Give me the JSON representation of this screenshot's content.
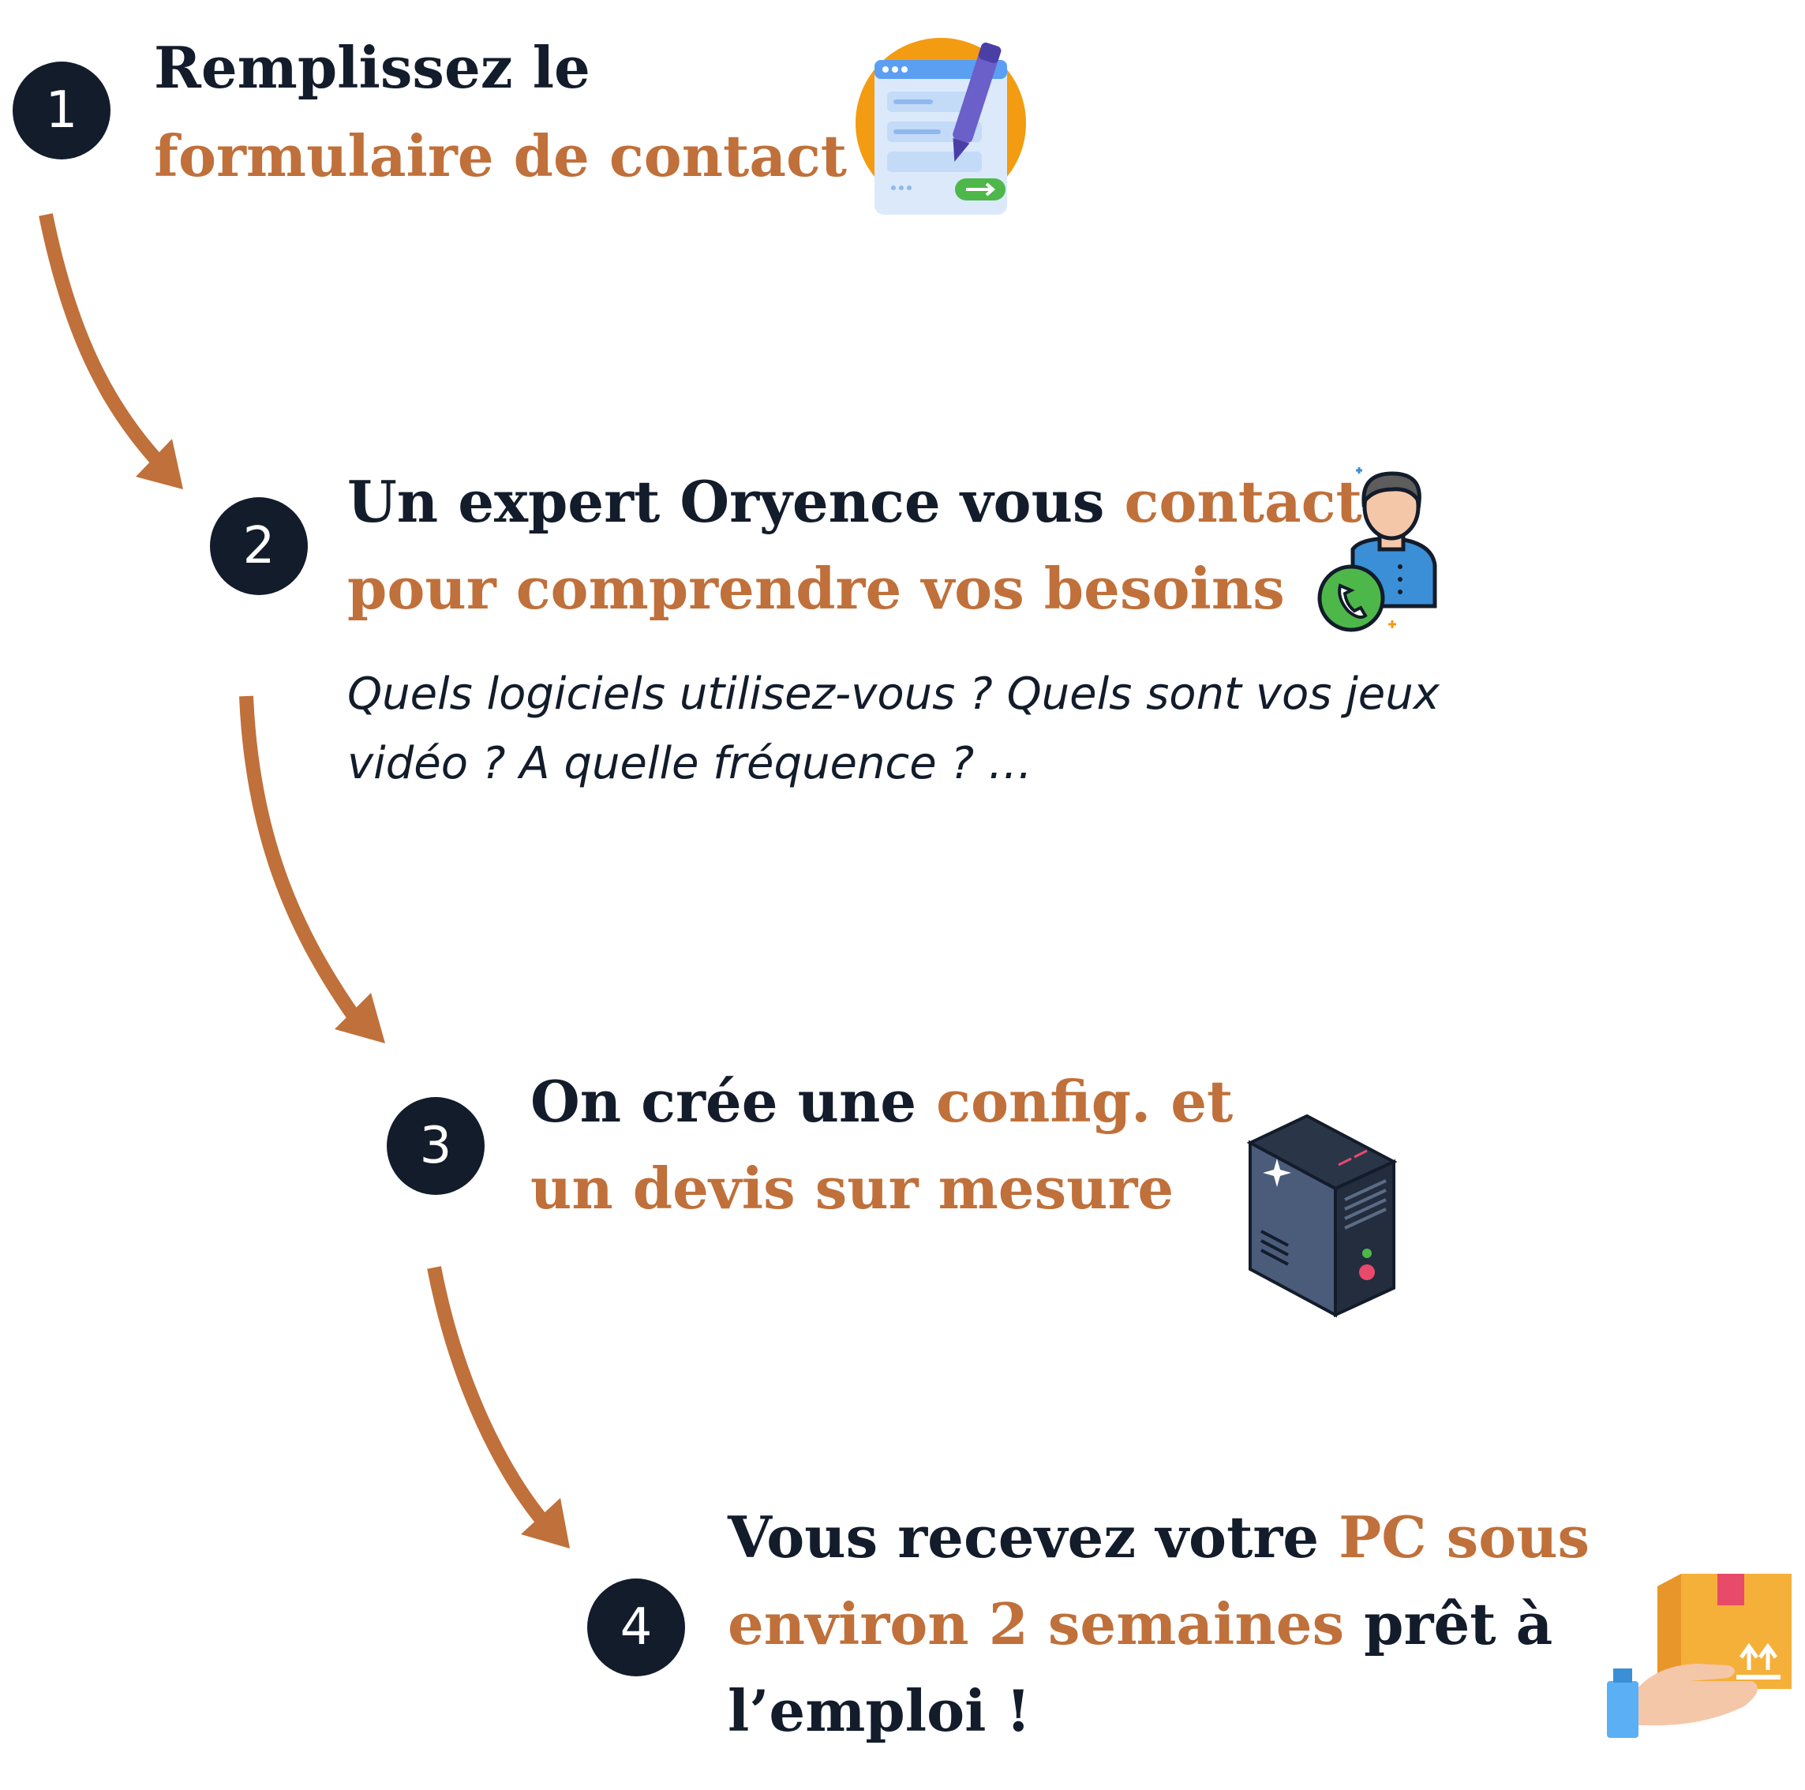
{
  "colors": {
    "dark": "#131c2b",
    "accent": "#c0703a"
  },
  "steps": [
    {
      "number": "1",
      "line1": "Remplissez le",
      "line2": "formulaire de contact",
      "icon": "contact-form-icon"
    },
    {
      "number": "2",
      "line1_a": "Un expert Oryence vous ",
      "line1_b": "contacte",
      "line2": "pour comprendre vos besoins",
      "subtitle_line1": "Quels logiciels utilisez-vous ? Quels sont vos jeux",
      "subtitle_line2": "vidéo ? A quelle fréquence ? …",
      "icon": "support-agent-phone-icon"
    },
    {
      "number": "3",
      "line1_a": "On crée une ",
      "line1_b": "config. et",
      "line2": "un devis sur mesure",
      "icon": "pc-tower-icon"
    },
    {
      "number": "4",
      "line1_a": "Vous recevez votre ",
      "line1_b": "PC sous",
      "line2_a": "environ 2 semaines",
      "line2_b": " prêt à",
      "line3": "l’emploi !",
      "icon": "package-delivery-icon"
    }
  ]
}
